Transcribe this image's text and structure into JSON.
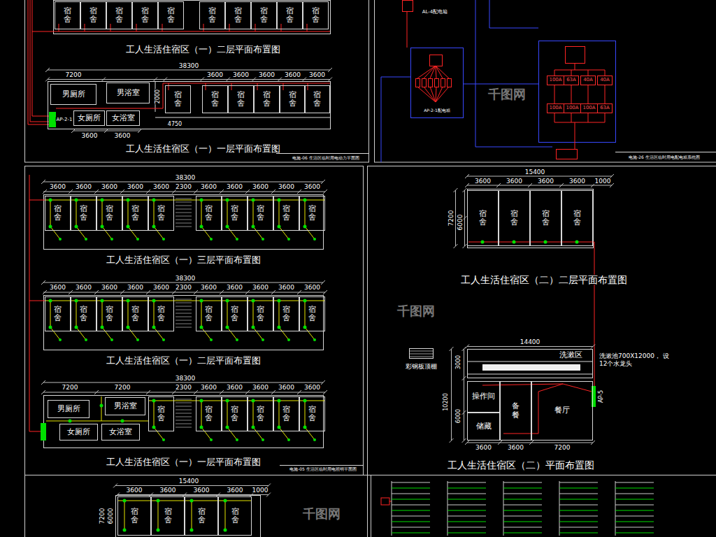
{
  "diagram": {
    "nodes": [
      {
        "text": [
          "宿舍"
        ]
      },
      {
        "text": [
          "宿舍"
        ]
      },
      {
        "text": [
          "宿舍"
        ]
      },
      {
        "text": [
          "宿舍"
        ]
      },
      {
        "text": [
          "宿舍"
        ]
      },
      {
        "text": [
          "宿舍"
        ]
      },
      {
        "text": [
          "宿舍"
        ]
      },
      {
        "text": [
          "宿舍"
        ]
      },
      {
        "text": [
          "宿舍"
        ]
      },
      {
        "text": [
          "宿舍"
        ]
      },
      {
        "text": [
          "男厕所"
        ]
      },
      {
        "text": [
          "男浴室"
        ]
      },
      {
        "text": [
          "女厕所"
        ]
      },
      {
        "text": [
          "女浴室"
        ]
      },
      {
        "text": [
          "宿舍"
        ]
      },
      {
        "text": [
          "宿舍"
        ]
      },
      {
        "text": [
          "宿舍"
        ]
      },
      {
        "text": [
          "宿舍"
        ]
      },
      {
        "text": [
          "宿舍"
        ]
      },
      {
        "text": [
          "宿舍"
        ]
      },
      {
        "text": [
          "100A"
        ]
      },
      {
        "text": [
          "63A"
        ]
      },
      {
        "text": [
          "40A"
        ]
      },
      {
        "text": [
          "40A"
        ]
      },
      {
        "text": [
          "100A"
        ]
      },
      {
        "text": [
          "100A"
        ]
      },
      {
        "text": [
          "100A"
        ]
      },
      {
        "text": [
          "63A"
        ]
      },
      {
        "text": [
          "宿舍"
        ]
      },
      {
        "text": [
          "宿舍"
        ]
      },
      {
        "text": [
          "宿舍"
        ]
      },
      {
        "text": [
          "宿舍"
        ]
      },
      {
        "text": [
          "宿舍"
        ]
      },
      {
        "text": [
          "宿舍"
        ]
      },
      {
        "text": [
          "宿舍"
        ]
      },
      {
        "text": [
          "宿舍"
        ]
      },
      {
        "text": [
          "宿舍"
        ]
      },
      {
        "text": [
          "宿舍"
        ]
      },
      {
        "text": [
          "宿舍"
        ]
      },
      {
        "text": [
          "宿舍"
        ]
      },
      {
        "text": [
          "宿舍"
        ]
      },
      {
        "text": [
          "宿舍"
        ]
      },
      {
        "text": [
          "宿舍"
        ]
      },
      {
        "text": [
          "宿舍"
        ]
      },
      {
        "text": [
          "宿舍"
        ]
      },
      {
        "text": [
          "宿舍"
        ]
      },
      {
        "text": [
          "宿舍"
        ]
      },
      {
        "text": [
          "宿舍"
        ]
      },
      {
        "text": [
          "男厕所"
        ]
      },
      {
        "text": [
          "男浴室"
        ]
      },
      {
        "text": [
          "女厕所"
        ]
      },
      {
        "text": [
          "女浴室"
        ]
      },
      {
        "text": [
          "宿舍"
        ]
      },
      {
        "text": [
          "宿舍"
        ]
      },
      {
        "text": [
          "宿舍"
        ]
      },
      {
        "text": [
          "宿舍"
        ]
      },
      {
        "text": [
          "宿舍"
        ]
      },
      {
        "text": [
          "宿舍"
        ]
      },
      {
        "text": [
          "宿舍"
        ]
      },
      {
        "text": [
          "宿舍"
        ]
      },
      {
        "text": [
          "宿舍"
        ]
      },
      {
        "text": [
          "宿舍"
        ]
      },
      {
        "text": [
          "洗漱区"
        ]
      },
      {
        "text": [
          "操作间"
        ]
      },
      {
        "text": [
          "备餐"
        ]
      },
      {
        "text": [
          "餐厅"
        ]
      },
      {
        "text": [
          "储藏"
        ]
      },
      {
        "text": [
          "宿舍"
        ]
      },
      {
        "text": [
          "宿舍"
        ]
      },
      {
        "text": [
          "宿舍"
        ]
      },
      {
        "text": [
          "宿舍"
        ]
      }
    ],
    "labels": [
      "工人生活住宿区（一）二层平面布置图",
      "38300",
      "7200",
      "3600",
      "3600",
      "3600",
      "3600",
      "3600",
      "2000",
      "4750",
      "3600",
      "3600",
      "AP-2-1",
      "工人生活住宿区（一）一层平面布置图",
      "电施-06 生活区临时用电动力平面图",
      "AL-4配电箱",
      "AP-2-1配电箱",
      "电施-26 生活区临时用电配电箱系统图",
      "38300",
      "3600",
      "3600",
      "3600",
      "3600",
      "3600",
      "2300",
      "3600",
      "3600",
      "3600",
      "3600",
      "3600",
      "工人生活住宿区（一）三层平面布置图",
      "38300",
      "3600",
      "3600",
      "3600",
      "3600",
      "3600",
      "2300",
      "3600",
      "3600",
      "3600",
      "3600",
      "3600",
      "工人生活住宿区（一）二层平面布置图",
      "38300",
      "7200",
      "7200",
      "2300",
      "3600",
      "3600",
      "3600",
      "3600",
      "3600",
      "工人生活住宿区（一）一层平面布置图",
      "电施-05 生活区临时用电照明平面图",
      "15400",
      "3600",
      "3600",
      "3600",
      "3600",
      "1000",
      "7200",
      "6000",
      "工人生活住宿区（二）二层平面布置图",
      "14400",
      "彩钢板顶棚",
      "洗漱池700X12000， 设12个水龙头",
      "3000",
      "10200",
      "6000",
      "AP-5",
      "3600",
      "3600",
      "7200",
      "工人生活住宿区（二）平面布置图",
      "15400",
      "3600",
      "3600",
      "3600",
      "3600",
      "1000",
      "7200",
      "6000",
      "千图网",
      "千图网",
      "千图网"
    ]
  }
}
